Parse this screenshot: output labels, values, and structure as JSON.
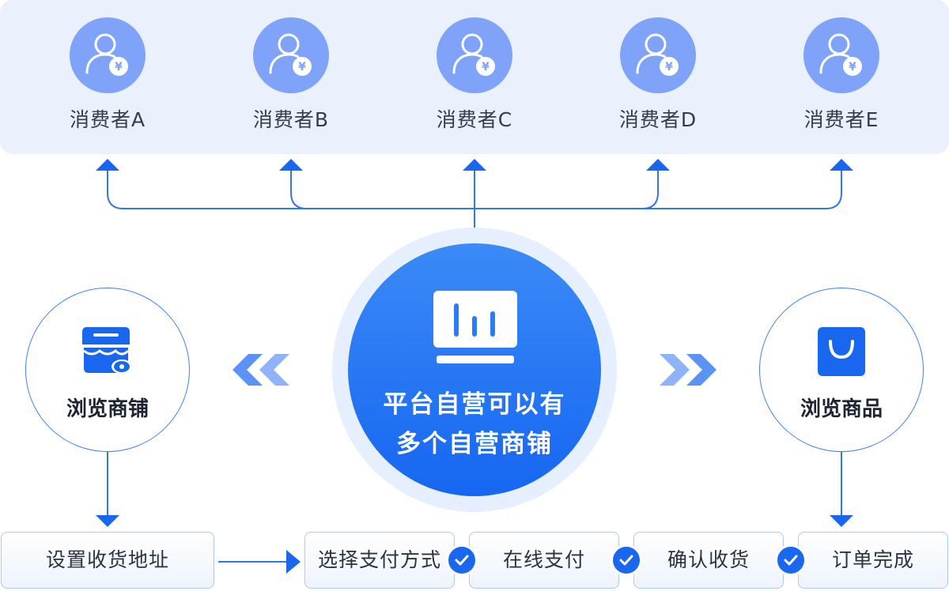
{
  "consumers": [
    {
      "label": "消费者A",
      "icon": "user-yuan-icon"
    },
    {
      "label": "消费者B",
      "icon": "user-yuan-icon"
    },
    {
      "label": "消费者C",
      "icon": "user-yuan-icon"
    },
    {
      "label": "消费者D",
      "icon": "user-yuan-icon"
    },
    {
      "label": "消费者E",
      "icon": "user-yuan-icon"
    }
  ],
  "center": {
    "line1": "平台自营可以有",
    "line2": "多个自营商铺",
    "icon": "bar-chart-monitor-icon"
  },
  "left_node": {
    "label": "浏览商铺",
    "icon": "storefront-eye-icon"
  },
  "right_node": {
    "label": "浏览商品",
    "icon": "shopping-bag-icon"
  },
  "steps": [
    {
      "label": "设置收货地址"
    },
    {
      "label": "选择支付方式"
    },
    {
      "label": "在线支付"
    },
    {
      "label": "确认收货"
    },
    {
      "label": "订单完成"
    }
  ],
  "colors": {
    "primary": "#1a67ef",
    "line": "#2f78f0",
    "avatar": "#7ea3f8",
    "panel": "#eaf0fc"
  }
}
